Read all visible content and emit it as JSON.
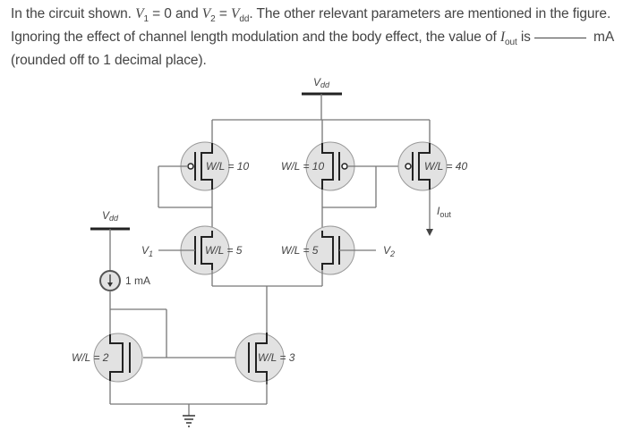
{
  "question": {
    "part1": "In the circuit shown. ",
    "v1": "V",
    "v1_sub": "1",
    "eq1": " = 0 and ",
    "v2": "V",
    "v2_sub": "2",
    "eq2": " = ",
    "vdd": "V",
    "vdd_sub": "dd",
    "part2": ". The other relevant parameters are mentioned in the figure. Ignoring the effect of channel length modulation and the body effect, the value of ",
    "iout": "I",
    "iout_sub": "out",
    "part3": " is",
    "part4": " mA (rounded off to 1 decimal place)."
  },
  "circuit": {
    "vdd_top": "Vdd",
    "vdd_left": "Vdd",
    "v1_label": "V1",
    "v2_label": "V2",
    "current_source": "1 mA",
    "iout_label": "Iout",
    "transistors": {
      "pmos_left": "W/L = 10",
      "pmos_mid": "W/L = 10",
      "pmos_right": "W/L = 40",
      "nmos_left_diff": "W/L = 5",
      "nmos_right_diff": "W/L = 5",
      "nmos_ref": "W/L = 2",
      "nmos_tail": "W/L = 3"
    }
  }
}
